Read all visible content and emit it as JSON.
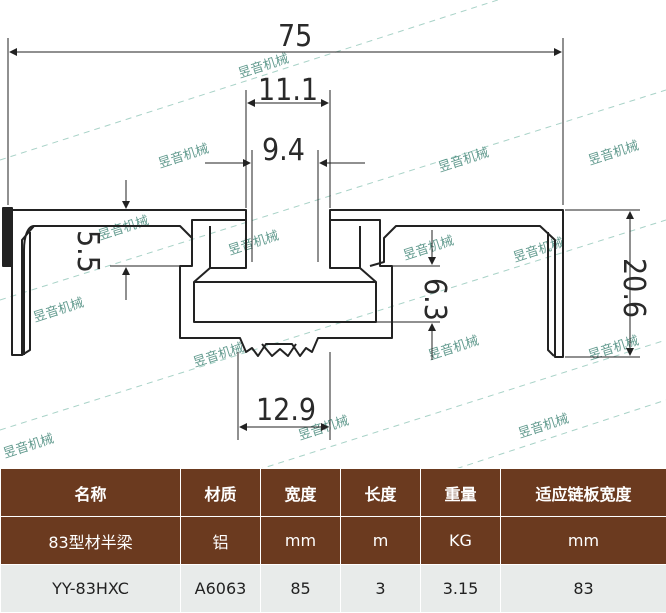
{
  "dimensions": {
    "overall_width": "75",
    "slot_top_width": "11.1",
    "slot_inner_width": "9.4",
    "flange_height": "5.5",
    "channel_height": "6.3",
    "overall_height": "20.6",
    "bottom_width": "12.9"
  },
  "watermark": "昱音机械",
  "table": {
    "headers": [
      "名称",
      "材质",
      "宽度",
      "长度",
      "重量",
      "适应链板宽度"
    ],
    "units": [
      "83型材半梁",
      "铝",
      "mm",
      "m",
      "KG",
      "mm"
    ],
    "values": [
      "YY-83HXC",
      "A6063",
      "85",
      "3",
      "3.15",
      "83"
    ]
  },
  "colors": {
    "header_bg": "#6b3a1f",
    "row_bg": "#e8ebea",
    "line": "#222222"
  }
}
